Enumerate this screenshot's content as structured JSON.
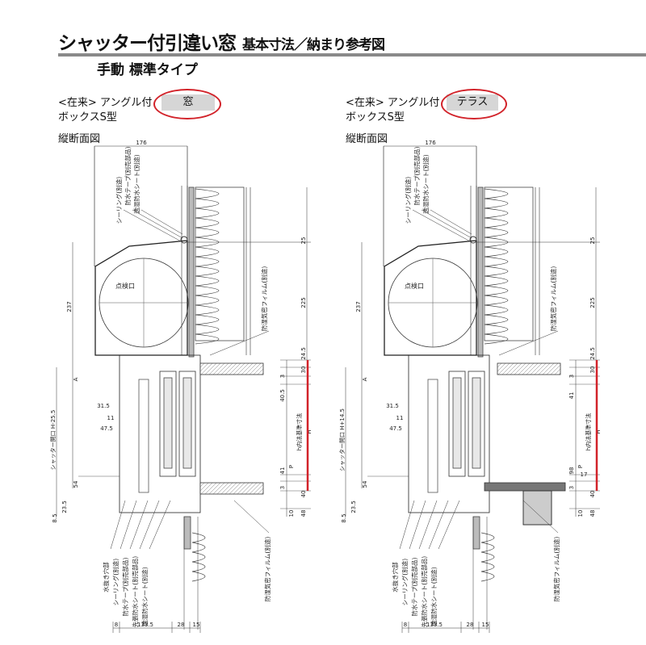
{
  "header": {
    "title": "シャッター付引違い窓",
    "title_sub": "基本寸法／納まり参考図",
    "subtitle": "手動 標準タイプ"
  },
  "panels": [
    {
      "heading": "<在来> アングル付",
      "type_tag": "窓",
      "box": "ボックスS型",
      "section": "縦断面図",
      "opening": "シャッター開口 H-25.5",
      "dims": {
        "top": "176",
        "d25": "25",
        "d225": "225",
        "d237": "237",
        "d245": "24.5",
        "d30": "30",
        "d3a": "3",
        "mid": "40.5",
        "d41": "41",
        "d3b": "3",
        "d40": "40",
        "d10": "10",
        "d48": "48",
        "A": "A",
        "d315": "31.5",
        "d11": "11",
        "d475": "47.5",
        "d54": "54",
        "d235": "23.5",
        "d85": "8.5",
        "P": "P",
        "H": "H",
        "h": "h内法基準寸法",
        "b8": "8",
        "b1335": "133.5",
        "b28": "28",
        "b15": "15"
      },
      "notes_top": [
        "シーリング(別途)",
        "防水テープ(別売部品)",
        "透湿防水シート(別途)"
      ],
      "note_film": "防湿気密フィルム(別途)",
      "inspection": "点検口",
      "notes_bottom": [
        "水抜き穴部",
        "シーリング(別途)",
        "防水テープ(別売部品)",
        "先張防水シート(別売部品)",
        "透湿防水シート(別途)"
      ],
      "note_film_bottom": "防湿気密フィルム(別途)"
    },
    {
      "heading": "<在来> アングル付",
      "type_tag": "テラス",
      "box": "ボックスS型",
      "section": "縦断面図",
      "opening": "シャッター開口 H+14.5",
      "dims": {
        "top": "176",
        "d25": "25",
        "d225": "225",
        "d237": "237",
        "d245": "24.5",
        "d30": "30",
        "d3a": "3",
        "mid": "41",
        "d41": "98",
        "d3b": "3",
        "d40": "40",
        "d10": "10",
        "d48": "48",
        "A": "A",
        "d315": "31.5",
        "d11": "11",
        "d475": "47.5",
        "d54": "54",
        "d235": "23.5",
        "d85": "8.5",
        "P": "P",
        "H": "H",
        "h": "h内法基準寸法",
        "b8": "8",
        "b1335": "133.5",
        "b28": "28",
        "b15": "15",
        "d17": "17"
      },
      "notes_top": [
        "シーリング(別途)",
        "防水テープ(別売部品)",
        "透湿防水シート(別途)"
      ],
      "note_film": "防湿気密フィルム(別途)",
      "inspection": "点検口",
      "notes_bottom": [
        "水抜き穴部",
        "シーリング(別途)",
        "防水テープ(別売部品)",
        "先張防水シート(別売部品)",
        "透湿防水シート(別途)"
      ],
      "note_film_bottom": "防湿気密フィルム(別途)"
    }
  ],
  "colors": {
    "highlight": "#d2232a",
    "rule": "#8a8a8a",
    "tag": "#d6d6d6"
  }
}
